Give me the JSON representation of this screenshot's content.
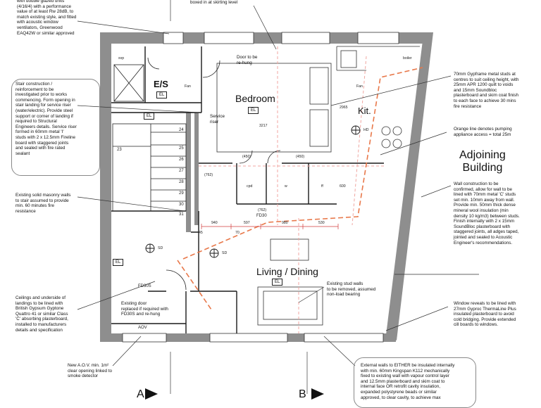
{
  "title": "",
  "notes": {
    "glazing": "with double glazed units\n(4/16/4) with a performance\nvalue of at least Rw 28dB, to\nmatch existing style, and fitted\nwith acoustic window\nventilators, Greenwood\nEAQ42W or similar approved",
    "skirting": "boxed in at skirting level",
    "stair": "Stair construction /\nreinforcement to be\ninvestigated prior to works\ncommencing. Form opening in\nstair landing for service riser\n(water/electric). Provide steel\nsupport or corner of landing if\nrequired to Structural\nEngineers details. Service riser\nformed in 60mm metal 'I'\nstuds with 2 x 12.5mm Fireline\nboard with staggered joints\nand sealed with fire rated\nsealant",
    "masonry": "Existing solid masonry walls\nto stair assumed to provide\nmin. 60 minutes fire\nresistance",
    "ceilings": "Ceilings and underside of\nlandings to be lined with\nBritish Gypsum Gyptone\nQuattro 41 or similar Class\n'C' absorbing plasterboard,\ninstalled to manufacturers\ndetails and specification",
    "aov": "New A.O.V. min. 1m²\nclear opening linked to\nsmoke detector",
    "existing_door": "Existing door\nreplaced if required with\nFD30S and re-hung",
    "door_rehung": "Door to be\nre-hung",
    "service_riser": "Service\nriser",
    "stud_walls": "Existing stud walls\nto be removed, assumed\nnon-load bearing",
    "gypframe": "70mm Gypframe metal studs at\ncentres to suit ceiling height, with\n25mm APR 1200 quilt to voids\nand 15mm Soundbloc\nplasterboard and skim coat finish\nto each face to achieve 30 mins\nfire resistance",
    "orange_line": "Orange line denotes pumping\nappliance access = total 25m",
    "wall_construction": "Wall construction to be\nconfirmed, allow for wall to be\nlined with 70mm metal 'C' studs\nset min. 10mm away from wall.\nProvide min. 50mm thick dense\nmineral wool insulation (min\ndensity 10 kg/m3) between studs.\nFinish internally with 2 x 15mm\nSoundBloc plasterboard with\nstaggered joints, all adges taped,\njointed and sealed to Acoustic\nEngineer's recommendations.",
    "window_reveals": "Window reveals to be lined with\n27mm Gyproc ThermaLine Plus\ninsulated plasterboard to avoid\ncold bridging. Provide extended\ncill boards to windows.",
    "external_walls": "External walls to EITHER be insulated internally\nwith min. 60mm Kingspan K112 mechanically\nfixed to existing wall with vapour control layer\nand 12.5mm plasterboard and skim coat to\ninternal face OR retrofit cavity insulation,\nexpanded polystyrene beads or similar\napproved, to clear cavity, to achieve max"
  },
  "rooms": {
    "es": "E/S",
    "bedroom": "Bedroom",
    "kit": "Kit.",
    "living": "Living / Dining",
    "adjoining": "Adjoining\nBuilding"
  },
  "tags": {
    "el": "EL",
    "aov": "AOV",
    "fd30s": "FD30S",
    "fd30": "FD30",
    "sd": "SD",
    "hd": "HD",
    "fan": "Fan",
    "boiler": "boiler",
    "svp": "svp",
    "cpd": "cpd",
    "w": "w",
    "ff": "ff"
  },
  "dims": {
    "d3217": "3217",
    "d2965": "2965",
    "d600": "600",
    "d940": "940",
    "d597": "597",
    "d980": "980",
    "d530": "530",
    "d762a": "(762)",
    "d762b": "(762)",
    "d450a": "(450)",
    "d450b": "(450)",
    "d70": "70",
    "d45": "45"
  },
  "stair_numbers": [
    "23",
    "24",
    "25",
    "26",
    "27",
    "28",
    "29",
    "30",
    "31"
  ],
  "section_marks": {
    "a": "A",
    "b": "B"
  },
  "colors": {
    "wall": "#8a8a8a",
    "line": "#1a1a1a",
    "orange": "#e8784a",
    "pink": "#f0a6a0",
    "dimred": "#d23c3c"
  }
}
